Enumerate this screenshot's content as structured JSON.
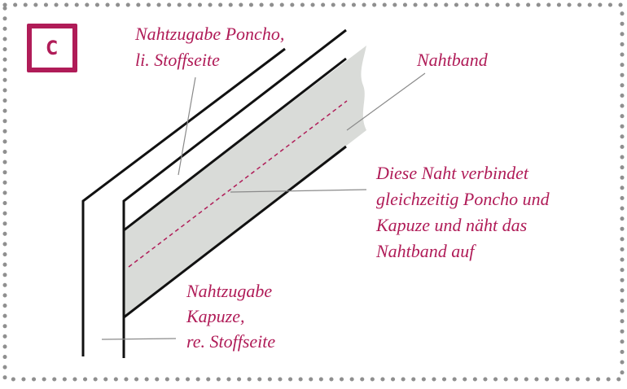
{
  "badge": {
    "letter": "C"
  },
  "labels": {
    "poncho_allowance": [
      "Nahtzugabe Poncho,",
      "li. Stoffseite"
    ],
    "seam_tape": "Nahtband",
    "seam_note": [
      "Diese Naht verbindet",
      "gleichzeitig Poncho und",
      "Kapuze und näht das",
      "Nahtband auf"
    ],
    "hood_allowance": [
      "Nahtzugabe",
      "Kapuze,",
      "re. Stoffseite"
    ]
  },
  "colors": {
    "accent": "#b01c58",
    "band": "#d9dbd8",
    "border_dots": "#8f8f8f",
    "leader": "#8a8a8a"
  }
}
